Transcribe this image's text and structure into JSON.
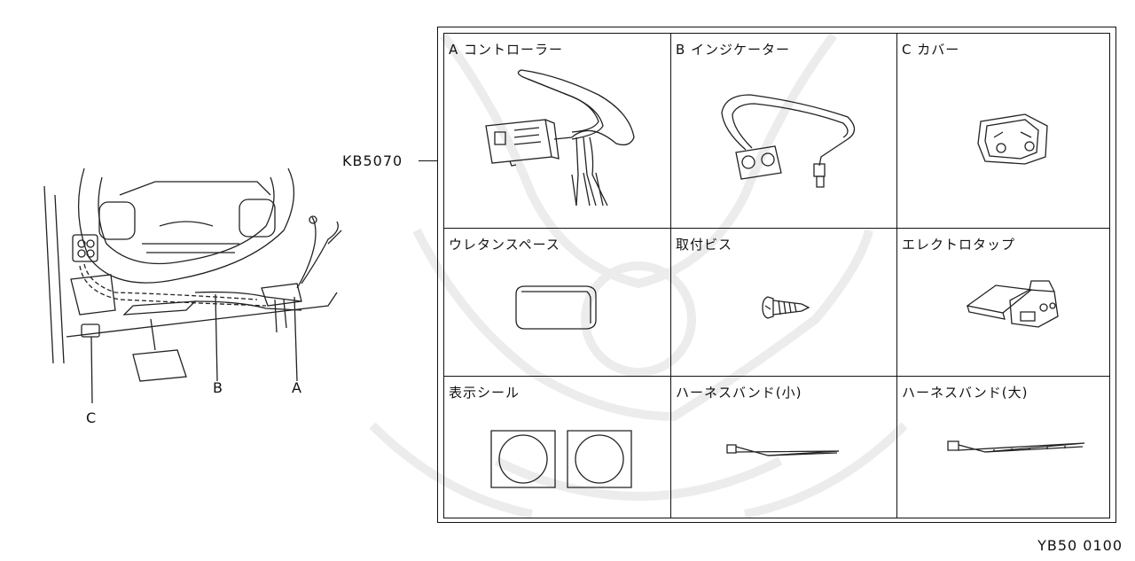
{
  "part_number": "KB5070",
  "diagram_code": "YB50 0100",
  "callouts": {
    "a": "A",
    "b": "B",
    "c": "C"
  },
  "parts": [
    {
      "title": "A コントローラー"
    },
    {
      "title": "B インジケーター"
    },
    {
      "title": "C カバー"
    },
    {
      "title": "ウレタンスペース"
    },
    {
      "title": "取付ビス"
    },
    {
      "title": "エレクトロタップ"
    },
    {
      "title": "表示シール"
    },
    {
      "title": "ハーネスバンド(小)"
    },
    {
      "title": "ハーネスバンド(大)"
    }
  ]
}
